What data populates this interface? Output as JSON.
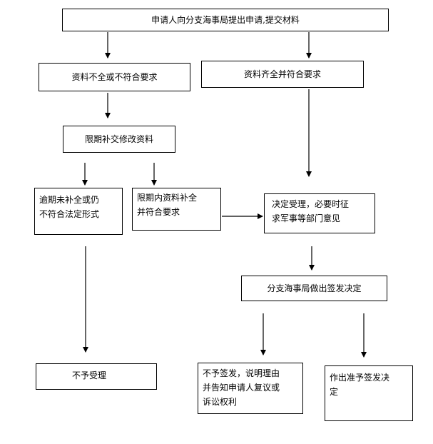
{
  "flowchart": {
    "nodes": {
      "submit": "申请人向分支海事局提出申请,提交材料",
      "incomplete": "资料不全或不符合要求",
      "complete": "资料齐全并符合要求",
      "deadline": "限期补交修改资料",
      "overdue": "逾期未补全或仍\n不符合法定形式",
      "supplemented": "限期内资料补全\n并符合要求",
      "accept": "决定受理，必要时征\n求军事等部门意见",
      "decide": "分支海事局做出签发决定",
      "reject": "不予受理",
      "refuse_issue": "不予签发，说明理由\n并告知申请人复议或\n诉讼权利",
      "approve_issue": "作出准予签发决\n定"
    },
    "edges": [
      [
        "submit",
        "incomplete"
      ],
      [
        "submit",
        "complete"
      ],
      [
        "incomplete",
        "deadline"
      ],
      [
        "deadline",
        "overdue"
      ],
      [
        "deadline",
        "supplemented"
      ],
      [
        "complete",
        "accept"
      ],
      [
        "supplemented",
        "accept"
      ],
      [
        "overdue",
        "reject"
      ],
      [
        "accept",
        "decide"
      ],
      [
        "decide",
        "refuse_issue"
      ],
      [
        "decide",
        "approve_issue"
      ]
    ]
  }
}
